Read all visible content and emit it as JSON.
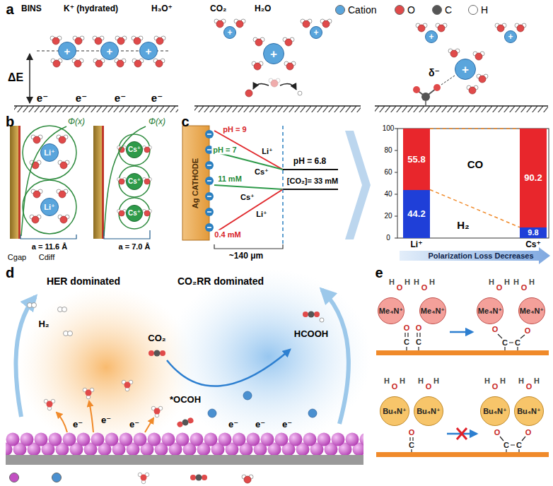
{
  "diagram": {
    "nodes": [
      {
        "text": [
          "+"
        ]
      },
      {
        "text": [
          "+"
        ]
      },
      {
        "text": [
          "+"
        ]
      },
      {
        "text": [
          "+"
        ]
      },
      {
        "text": [
          "+"
        ]
      },
      {
        "text": [
          "+"
        ]
      },
      {
        "text": [
          "+"
        ]
      },
      {
        "text": [
          "+"
        ]
      },
      {
        "text": [
          "+"
        ]
      },
      {
        "text": [
          "Li⁺"
        ]
      },
      {
        "text": [
          "Li⁺"
        ]
      },
      {
        "text": [
          "Cs⁺"
        ]
      },
      {
        "text": [
          "Cs⁺"
        ]
      },
      {
        "text": [
          "Cs⁺"
        ]
      },
      {
        "text": [
          "Ag CATHODE"
        ]
      },
      {
        "text": [
          "55.8"
        ]
      },
      {
        "text": [
          "44.2"
        ]
      },
      {
        "text": [
          "90.2"
        ]
      },
      {
        "text": [
          "9.8"
        ]
      },
      {
        "text": [
          "Me₄N⁺"
        ]
      },
      {
        "text": [
          "Me₄N⁺"
        ]
      },
      {
        "text": [
          "Me₄N⁺"
        ]
      },
      {
        "text": [
          "Me₄N⁺"
        ]
      },
      {
        "text": [
          "Bu₄N⁺"
        ]
      },
      {
        "text": [
          "Bu₄N⁺"
        ]
      },
      {
        "text": [
          "Bu₄N⁺"
        ]
      },
      {
        "text": [
          "Bu₄N⁺"
        ]
      }
    ],
    "edges": [
      {
        "from": 15,
        "to": 17,
        "arrow": "none"
      },
      {
        "from": 16,
        "to": 18,
        "arrow": "none"
      }
    ],
    "labels": [
      "a",
      "ΔE",
      "e⁻",
      "e⁻",
      "e⁻",
      "e⁻",
      "δ⁻",
      "b",
      "Φ(x)",
      "Φ(x)",
      "a = 11.6 Å",
      "a = 7.0 Å",
      "Cgap",
      "Cdiff",
      "c",
      "pH = 9",
      "Li⁺",
      "pH = 7",
      "Cs⁺",
      "11 mM",
      "Cs⁺",
      "0.4 mM",
      "Li⁺",
      "pH = 6.8",
      "[CO₂]= 33 mM",
      "~140 μm",
      "100",
      "80",
      "60",
      "40",
      "20",
      "0",
      "CO",
      "H₂",
      "Li⁺",
      "Cs⁺",
      "Polarization Loss Decreases",
      "d",
      "HER dominated",
      "CO₂RR dominated",
      "H₂",
      "CO₂",
      "HCOOH",
      "*OCOH",
      "e⁻",
      "e⁻",
      "e⁻",
      "e⁻",
      "e⁻",
      "e⁻",
      "e",
      "H",
      "O",
      "H",
      "H",
      "O",
      "H",
      "H",
      "O",
      "H",
      "H",
      "O",
      "H",
      "O",
      "C",
      "O",
      "C",
      "O",
      "C",
      "C",
      "O",
      "H",
      "O",
      "H",
      "H",
      "O",
      "H",
      "H",
      "O",
      "H",
      "H",
      "O",
      "H",
      "O",
      "C",
      "O",
      "C",
      "C",
      "O"
    ],
    "legend": [
      {
        "text": "Cation",
        "color": "#5aa5dc"
      },
      {
        "text": "O",
        "color": "#e04a4a"
      },
      {
        "text": "C",
        "color": "#555555"
      },
      {
        "text": "H",
        "color": "#ffffff"
      },
      {
        "text": "BINS",
        "color": "#c24fc2"
      },
      {
        "text": "K⁺ (hydrated)",
        "color": "#4a90d0"
      },
      {
        "text": "H₃O⁺"
      },
      {
        "text": "CO₂"
      },
      {
        "text": "H₂O"
      }
    ]
  }
}
